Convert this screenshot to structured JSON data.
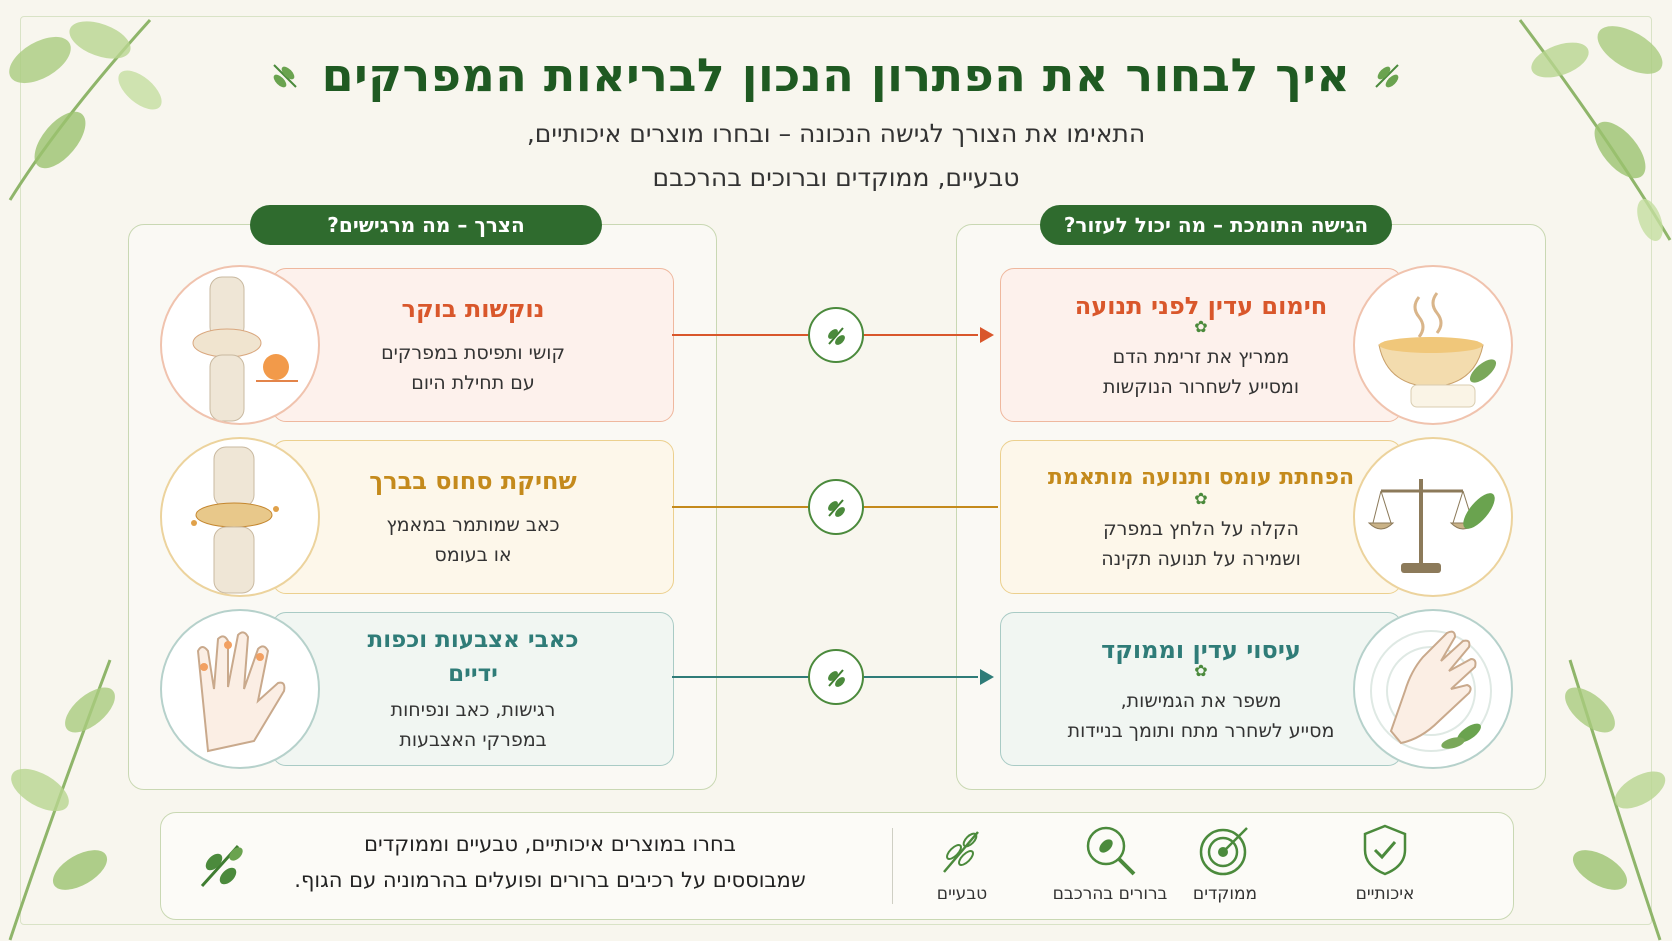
{
  "title": "איך לבחור את הפתרון הנכון לבריאות המפרקים",
  "subtitle": {
    "line1": "התאימו את הצורך לגישה הנכונה – ובחרו מוצרים איכותיים,",
    "line2": "טבעיים, ממוקדים וברוכים בהרכבם"
  },
  "left_panel": {
    "header": "הצרך – מה מרגישים?",
    "cards": [
      {
        "title": "נוקשות בוקר",
        "line1": "קושי ותפיסת במפרקים",
        "line2": "עם תחילת היום",
        "color": "#d9572b",
        "bg": "#fdf1ec"
      },
      {
        "title": "שחיקת סחוס בברך",
        "line1": "כאב שמותמר במאמץ",
        "line2": "או בעומס",
        "color": "#c48a1c",
        "bg": "#fdf7ea"
      },
      {
        "title": "כאבי אצבעות וכפות ידיים",
        "line1": "רגישות, כאב ונפיחות",
        "line2": "במפרקי האצבעות",
        "color": "#2f7c78",
        "bg": "#f1f6f2"
      }
    ]
  },
  "right_panel": {
    "header": "הגישה התומכת – מה יכול לעזור?",
    "cards": [
      {
        "title": "חימום עדין לפני תנועה",
        "line1": "ממריץ את זרימת הדם",
        "line2": "ומסייע לשחרור הנוקשות",
        "color": "#d9572b",
        "bg": "#fdf1ec"
      },
      {
        "title": "הפחתת עומס ותנועה מותאמת",
        "line1": "הקלה על הלחץ במפרק",
        "line2": "ושמירה על תנועה תקינה",
        "color": "#c48a1c",
        "bg": "#fdf7ea"
      },
      {
        "title": "עיסוי עדין וממוקד",
        "line1": "משפר את הגמישות,",
        "line2": "מסייע לשחרר מתח ותומך בניידות",
        "color": "#2f7c78",
        "bg": "#f1f6f2"
      }
    ]
  },
  "bottom": {
    "line1": "בחרו במוצרים איכותיים, טבעיים וממוקדים",
    "line2": "שמבוססים על רכיבים ברורים ופועלים בהרמוניה עם הגוף.",
    "features": [
      {
        "label": "איכותיים",
        "icon": "shield-check-icon"
      },
      {
        "label": "ממוקדים",
        "icon": "target-icon"
      },
      {
        "label": "ברורים בהרכבם",
        "icon": "magnifier-leaf-icon"
      },
      {
        "label": "טבעיים",
        "icon": "leaf-branch-icon"
      }
    ]
  },
  "colors": {
    "brand_green": "#2f6b2e",
    "title_green": "#1f5a22"
  }
}
